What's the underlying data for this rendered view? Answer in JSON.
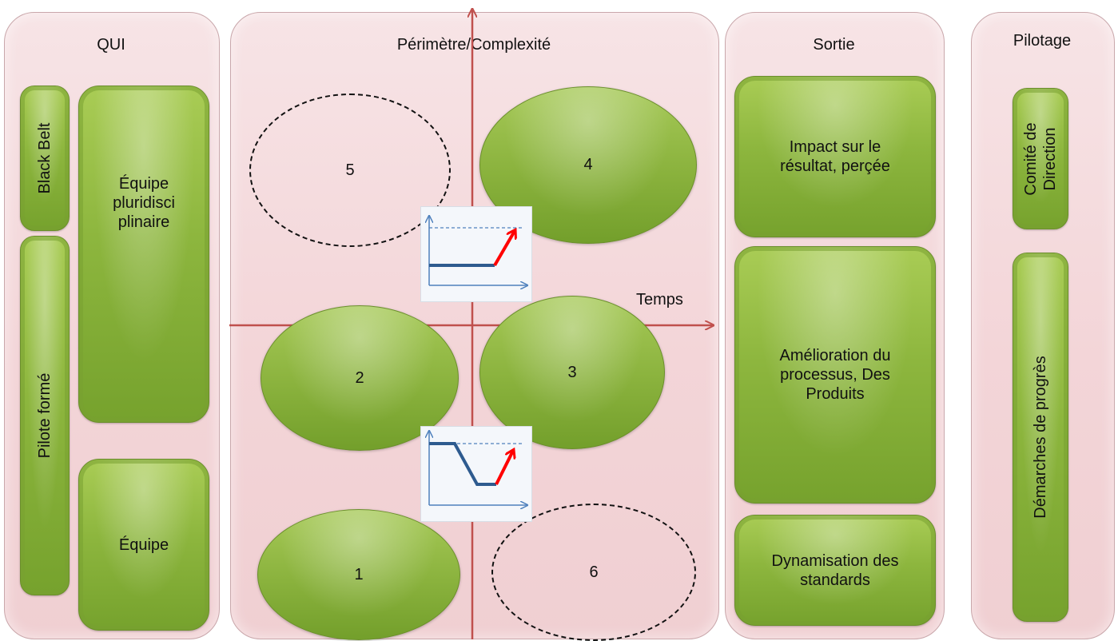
{
  "qui": {
    "title": "QUI",
    "black_belt": "Black Belt",
    "pilote_forme": "Pilote formé",
    "equipe_pluri": "Équipe pluridisci plinaire",
    "equipe": "Équipe"
  },
  "perimetre": {
    "title": "Périmètre/Complexité",
    "axis_x_label": "Temps",
    "ellipses": [
      "1",
      "2",
      "3",
      "4",
      "5",
      "6"
    ]
  },
  "sortie": {
    "title": "Sortie",
    "impact": "Impact sur le résultat, perçée",
    "amelioration": "Amélioration du processus, Des Produits",
    "dynamisation": "Dynamisation des standards"
  },
  "pilotage": {
    "title": "Pilotage",
    "comite": "Comité de Direction",
    "demarches": "Démarches de progrès"
  },
  "colors": {
    "panel": "#f3d5d8",
    "green": "#8db63e",
    "axis": "#c0504d",
    "trend_line": "#2e5b8f",
    "arrow": "#ff0000"
  }
}
